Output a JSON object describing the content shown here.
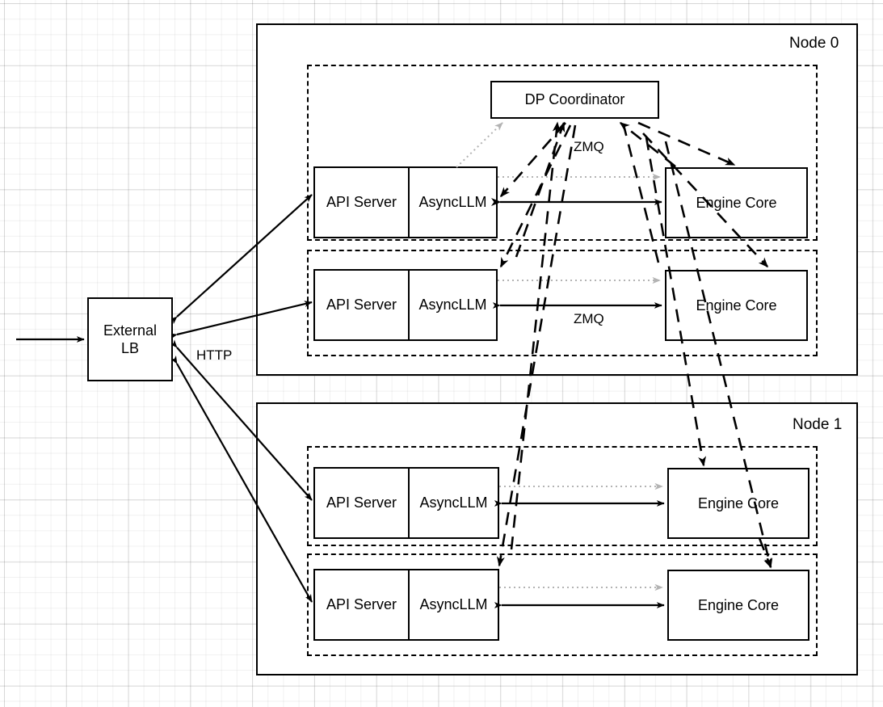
{
  "diagram": {
    "title": "vLLM data-parallel deployment topology",
    "background": "#ffffff",
    "line_color": "#000000",
    "dotted_color": "#b3b3b3"
  },
  "external": {
    "lb_label_line1": "External",
    "lb_label_line2": "LB",
    "http_label": "HTTP"
  },
  "nodes": [
    {
      "name": "Node 0",
      "coordinator": {
        "label": "DP Coordinator"
      },
      "zmq_label_top": "ZMQ",
      "zmq_label_bottom": "ZMQ",
      "groups": [
        {
          "api_server": "API Server",
          "async_llm": "AsyncLLM",
          "engine_core": "Engine Core"
        },
        {
          "api_server": "API Server",
          "async_llm": "AsyncLLM",
          "engine_core": "Engine Core"
        }
      ]
    },
    {
      "name": "Node 1",
      "groups": [
        {
          "api_server": "API Server",
          "async_llm": "AsyncLLM",
          "engine_core": "Engine Core"
        },
        {
          "api_server": "API Server",
          "async_llm": "AsyncLLM",
          "engine_core": "Engine Core"
        }
      ]
    }
  ]
}
